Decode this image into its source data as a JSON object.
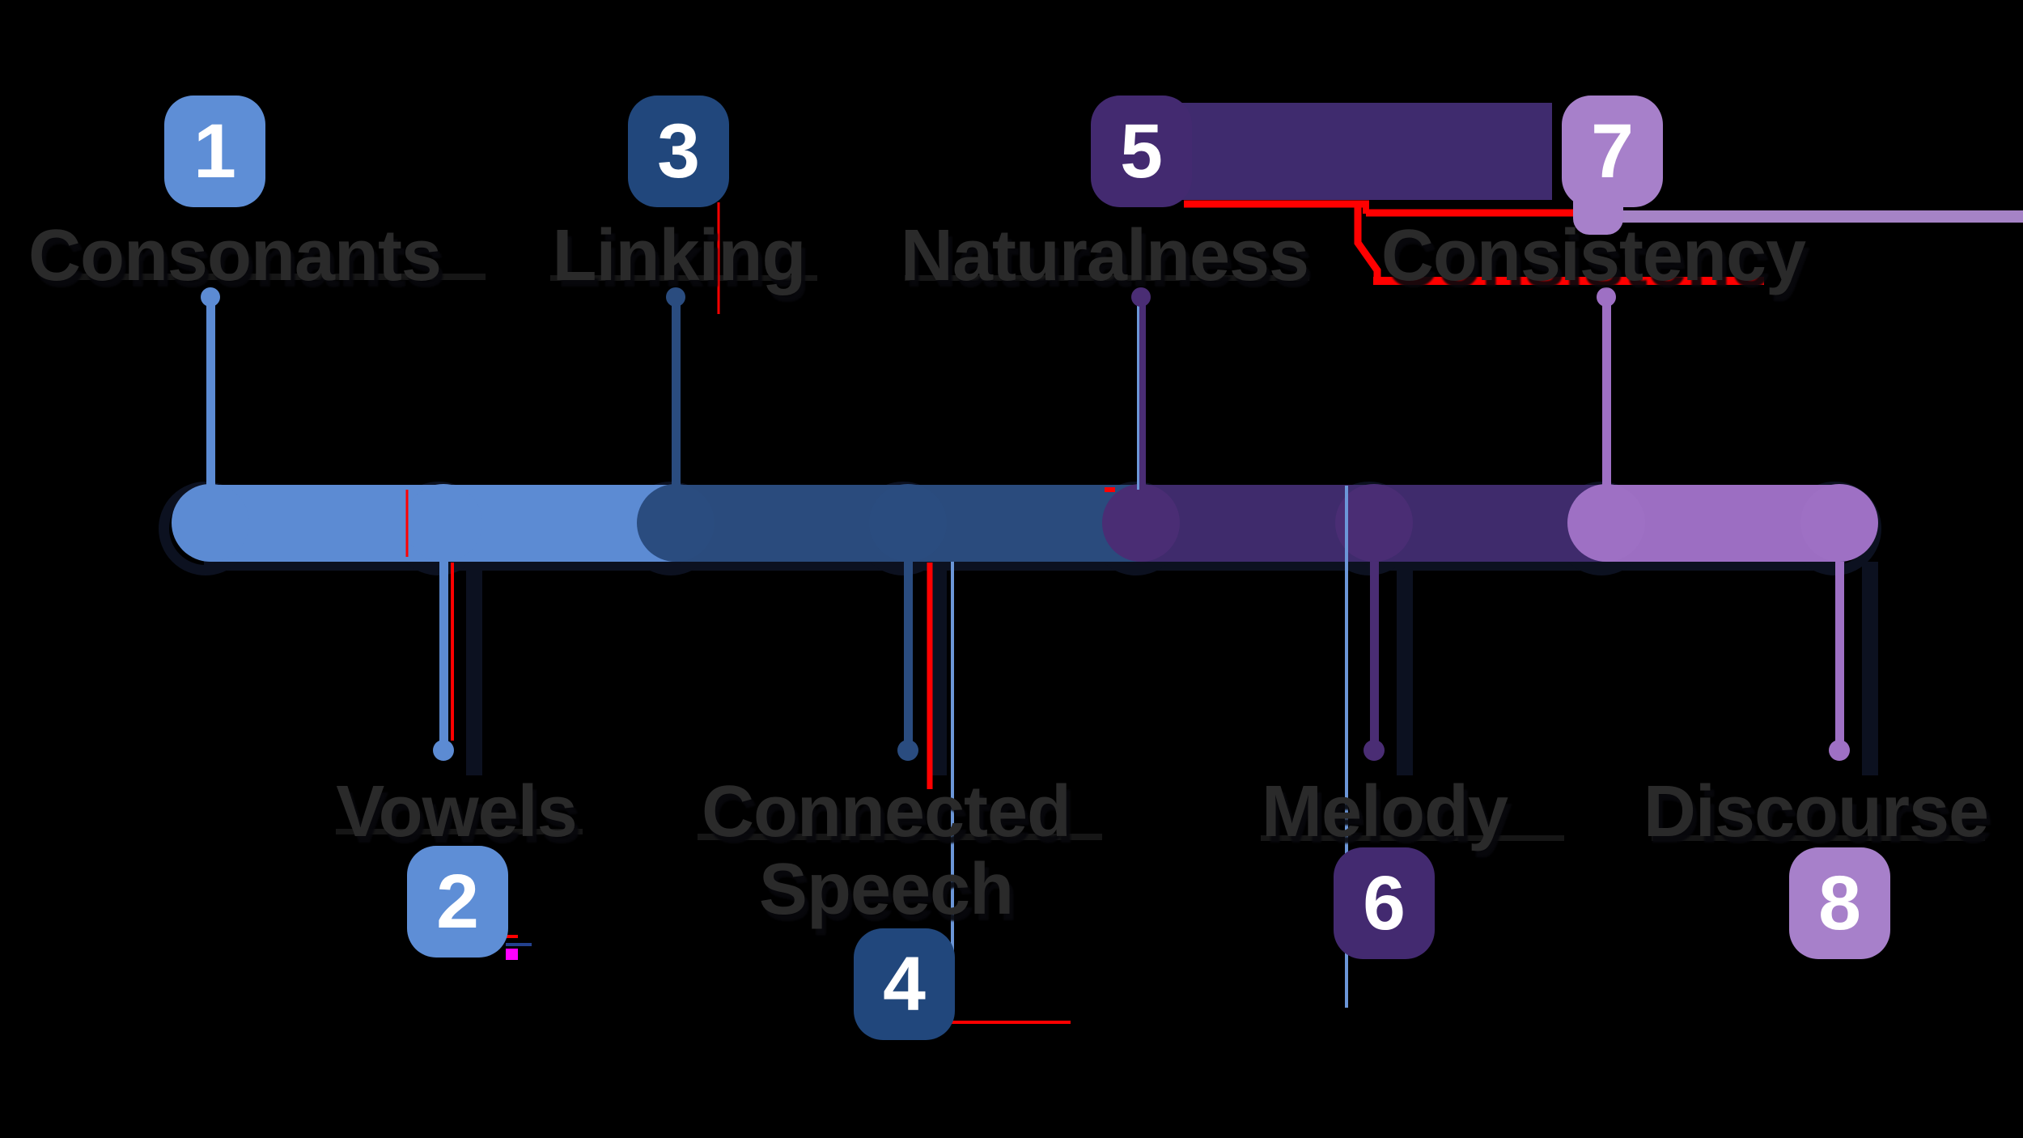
{
  "diagram": {
    "type": "alternating-timeline",
    "background": "#000000",
    "items": [
      {
        "number": "1",
        "label": "Consonants",
        "position": "top",
        "palette": "blue"
      },
      {
        "number": "2",
        "label": "Vowels",
        "position": "bottom",
        "palette": "blue"
      },
      {
        "number": "3",
        "label": "Linking",
        "position": "top",
        "palette": "navy"
      },
      {
        "number": "4",
        "label": "Connected Speech",
        "position": "bottom",
        "palette": "navy"
      },
      {
        "number": "5",
        "label": "Naturalness",
        "position": "top",
        "palette": "purple"
      },
      {
        "number": "6",
        "label": "Melody",
        "position": "bottom",
        "palette": "purple"
      },
      {
        "number": "7",
        "label": "Consistency",
        "position": "top",
        "palette": "lilac"
      },
      {
        "number": "8",
        "label": "Discourse",
        "position": "bottom",
        "palette": "lilac"
      }
    ],
    "palettes": {
      "blue": {
        "badge": "#5e8ed6",
        "circle": "#5c8bd3",
        "bar": "#5c8bd3"
      },
      "navy": {
        "badge": "#21477c",
        "circle": "#2a4c7f",
        "bar": "#2a4b7d"
      },
      "purple": {
        "badge": "#432a70",
        "circle": "#4a2d74",
        "bar": "#3f2b6c"
      },
      "lilac": {
        "badge": "#a780ca",
        "circle": "#9e70c4",
        "bar": "#9c6ec2"
      }
    },
    "accents": {
      "connector_rect": "#3f2b6e",
      "consistency_bar": "#a583c6",
      "shadow": "#0c1120",
      "number_text": "#ffffff",
      "label_text": "#2a2a2a",
      "artifact_red": "#ff0000",
      "artifact_magenta": "#ff00ff",
      "artifact_blue": "#23418e",
      "artifact_lightblue": "#6b96d8"
    }
  }
}
